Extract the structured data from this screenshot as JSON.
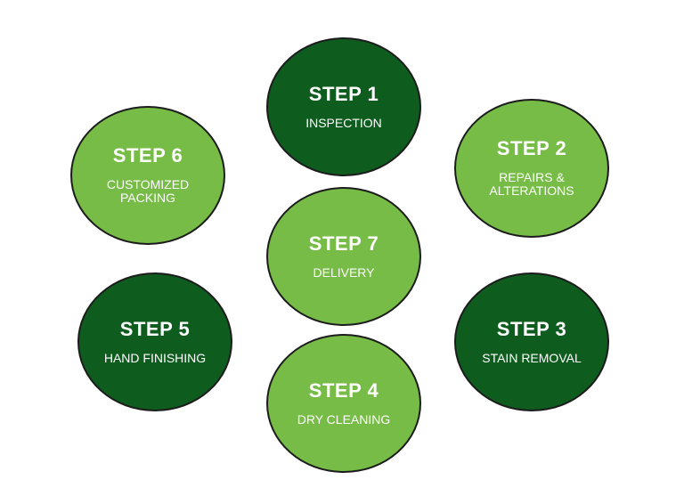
{
  "colors": {
    "dark_green": "#0f5c1f",
    "light_green": "#76bc46",
    "text": "#ffffff",
    "outline": "#1c1c1c"
  },
  "steps": [
    {
      "title": "STEP 1",
      "label": "INSPECTION"
    },
    {
      "title": "STEP 2",
      "label": "REPAIRS &\nALTERATIONS"
    },
    {
      "title": "STEP 3",
      "label": "STAIN REMOVAL"
    },
    {
      "title": "STEP 4",
      "label": "DRY CLEANING"
    },
    {
      "title": "STEP 5",
      "label": "HAND FINISHING"
    },
    {
      "title": "STEP 6",
      "label": "CUSTOMIZED\nPACKING"
    },
    {
      "title": "STEP 7",
      "label": "DELIVERY"
    }
  ]
}
